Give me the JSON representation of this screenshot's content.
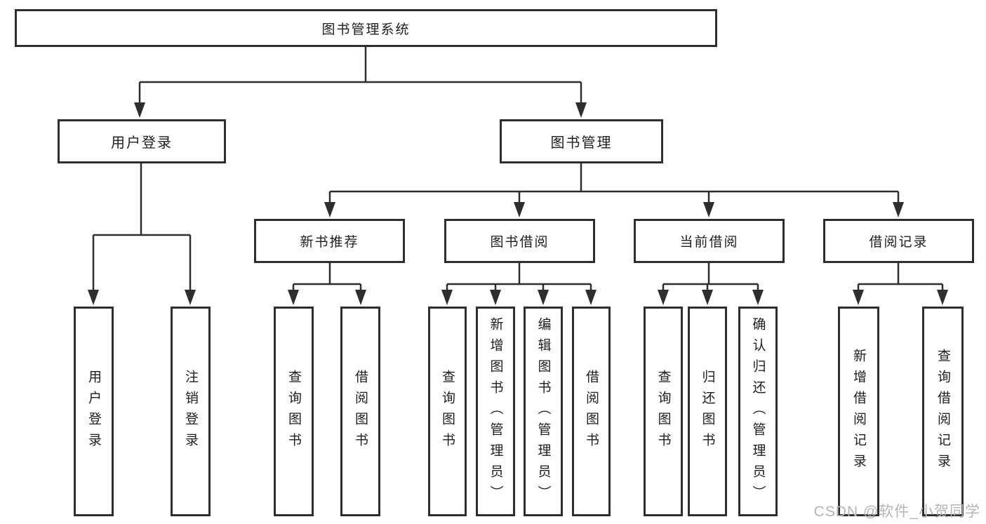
{
  "page": {
    "background": "#ffffff",
    "line_color": "#2e2e2e",
    "text_color": "#1e1e1e"
  },
  "tree": {
    "root": {
      "label": "图书管理系统",
      "children": [
        {
          "label": "用户登录",
          "children": [
            {
              "label": "用户登录"
            },
            {
              "label": "注销登录"
            }
          ]
        },
        {
          "label": "图书管理",
          "children": [
            {
              "label": "新书推荐",
              "children": [
                {
                  "label": "查询图书"
                },
                {
                  "label": "借阅图书"
                }
              ]
            },
            {
              "label": "图书借阅",
              "children": [
                {
                  "label": "查询图书"
                },
                {
                  "label": "新增图书（管理员）"
                },
                {
                  "label": "编辑图书（管理员）"
                },
                {
                  "label": "借阅图书"
                }
              ]
            },
            {
              "label": "当前借阅",
              "children": [
                {
                  "label": "查询图书"
                },
                {
                  "label": "归还图书"
                },
                {
                  "label": "确认归还（管理员）"
                }
              ]
            },
            {
              "label": "借阅记录",
              "children": [
                {
                  "label": "新增借阅记录"
                },
                {
                  "label": "查询借阅记录"
                }
              ]
            }
          ]
        }
      ]
    }
  },
  "watermark": {
    "text": "CSDN @软件_小贺同学",
    "color": "#b5b5b5"
  }
}
